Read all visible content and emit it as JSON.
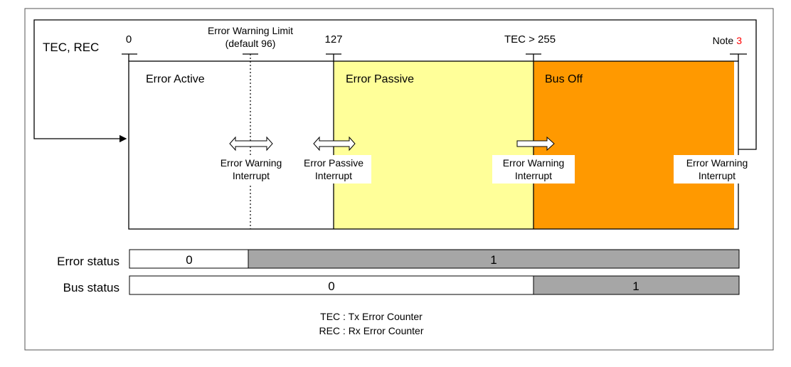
{
  "axis_label": "TEC, REC",
  "ticks": {
    "zero": "0",
    "warning_limit_line1": "Error Warning Limit",
    "warning_limit_line2": "(default 96)",
    "passive": "127",
    "busoff": "TEC > 255",
    "note_prefix": "Note",
    "note_number": "3"
  },
  "regions": {
    "active": "Error Active",
    "passive": "Error Passive",
    "busoff": "Bus Off"
  },
  "interrupts": {
    "warning_1": [
      "Error Warning",
      "Interrupt"
    ],
    "passive": [
      "Error Passive",
      "Interrupt"
    ],
    "warning_2": [
      "Error Warning",
      "Interrupt"
    ],
    "warning_3": [
      "Error Warning",
      "Interrupt"
    ]
  },
  "error_status": {
    "label": "Error status",
    "values": [
      "0",
      "1"
    ]
  },
  "bus_status": {
    "label": "Bus status",
    "values": [
      "0",
      "1"
    ]
  },
  "legend": {
    "tec": "TEC : Tx Error Counter",
    "rec": "REC : Rx Error Counter"
  },
  "colors": {
    "passive_fill": "#FFFF99",
    "busoff_fill": "#FF9900",
    "status_fill": "#A6A6A6",
    "note_number": "#FF0000"
  }
}
